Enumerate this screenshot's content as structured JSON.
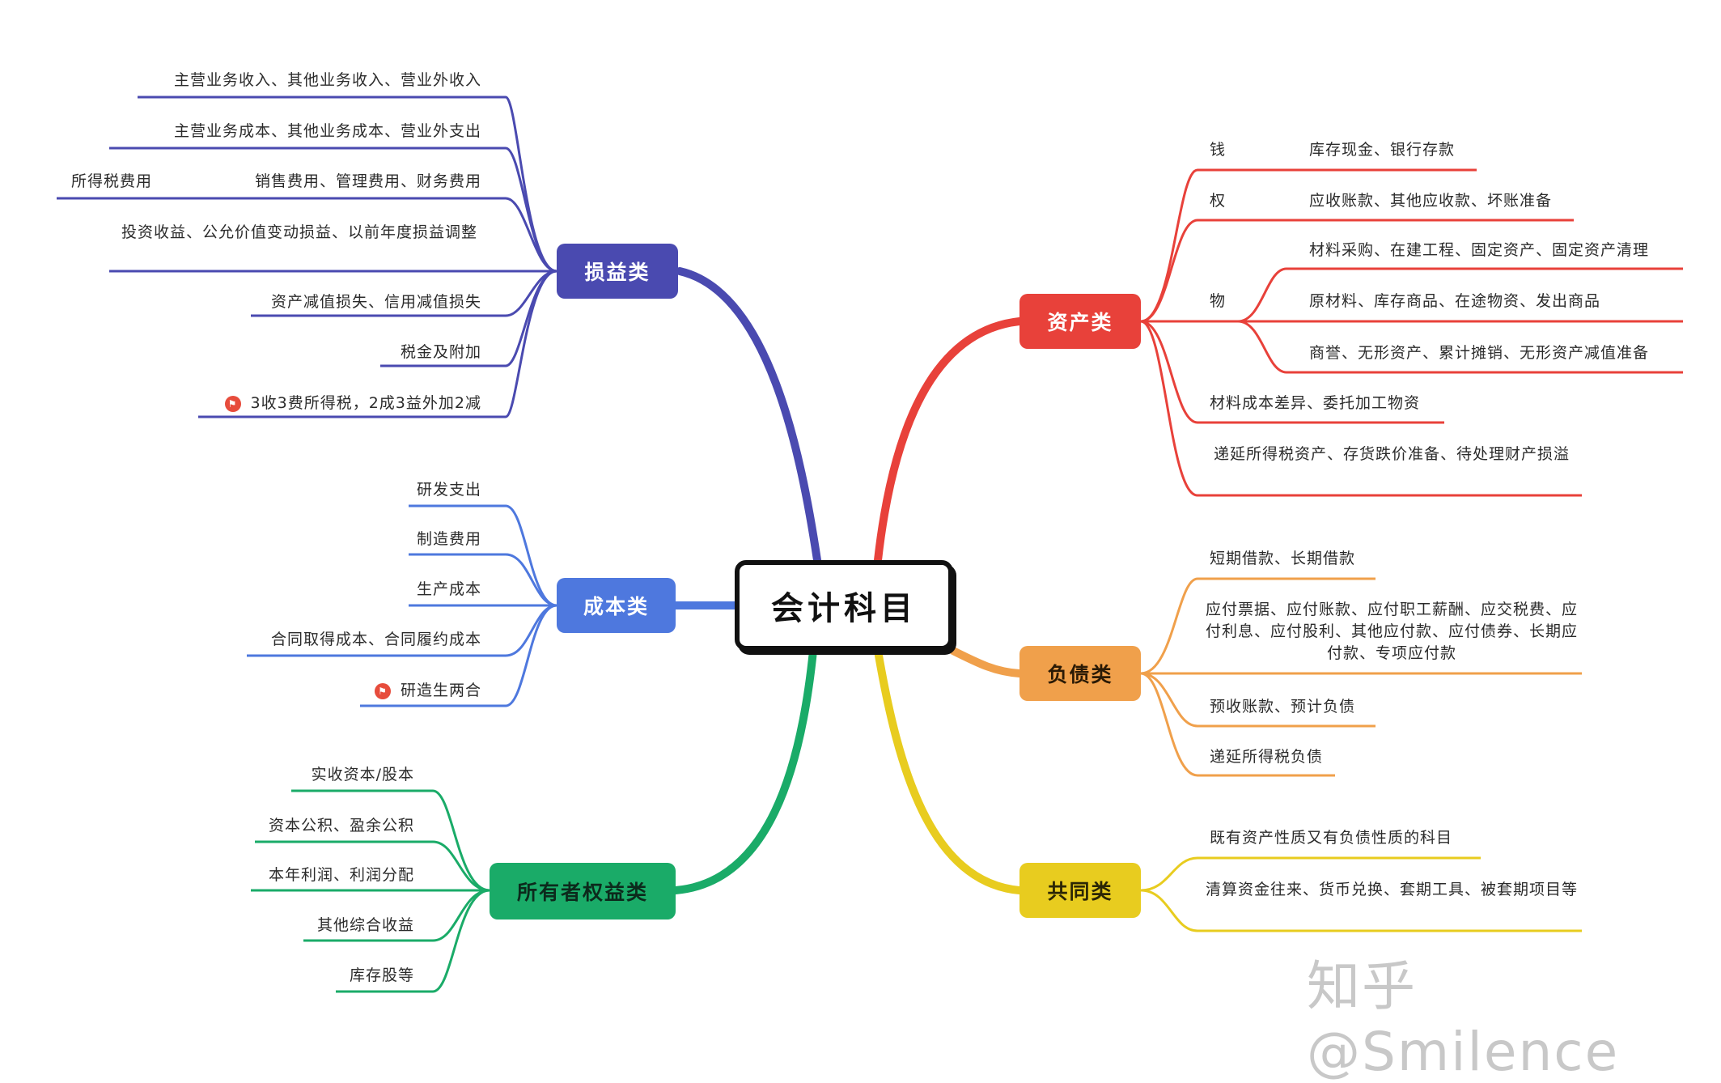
{
  "center": "会计科目",
  "colors": {
    "income": "#4a4ab0",
    "cost": "#4e78de",
    "equity": "#1aab68",
    "asset": "#e8413a",
    "liability": "#f0a04b",
    "common": "#e8cc1f"
  },
  "income": {
    "title": "损益类",
    "items": [
      "主营业务收入、其他业务收入、营业外收入",
      "主营业务成本、其他业务成本、营业外支出",
      "销售费用、管理费用、财务费用",
      "所得税费用",
      "投资收益、公允价值变动损益、以前年度损益调整",
      "资产减值损失、信用减值损失",
      "税金及附加",
      "3收3费所得税，2成3益外加2减"
    ]
  },
  "cost": {
    "title": "成本类",
    "items": [
      "研发支出",
      "制造费用",
      "生产成本",
      "合同取得成本、合同履约成本",
      "研造生两合"
    ]
  },
  "equity": {
    "title": "所有者权益类",
    "items": [
      "实收资本/股本",
      "资本公积、盈余公积",
      "本年利润、利润分配",
      "其他综合收益",
      "库存股等"
    ]
  },
  "asset": {
    "title": "资产类",
    "groups": {
      "money": "钱",
      "rights": "权",
      "things": "物"
    },
    "items": [
      "库存现金、银行存款",
      "应收账款、其他应收款、坏账准备",
      "材料采购、在建工程、固定资产、固定资产清理",
      "原材料、库存商品、在途物资、发出商品",
      "商誉、无形资产、累计摊销、无形资产减值准备",
      "材料成本差异、委托加工物资",
      "递延所得税资产、存货跌价准备、待处理财产损溢"
    ]
  },
  "liability": {
    "title": "负债类",
    "items": [
      "短期借款、长期借款",
      "应付票据、应付账款、应付职工薪酬、应交税费、应付利息、应付股利、其他应付款、应付债券、长期应付款、专项应付款",
      "预收账款、预计负债",
      "递延所得税负债"
    ]
  },
  "common": {
    "title": "共同类",
    "items": [
      "既有资产性质又有负债性质的科目",
      "清算资金往来、货币兑换、套期工具、被套期项目等"
    ]
  },
  "watermark": "知乎 @Smilence"
}
